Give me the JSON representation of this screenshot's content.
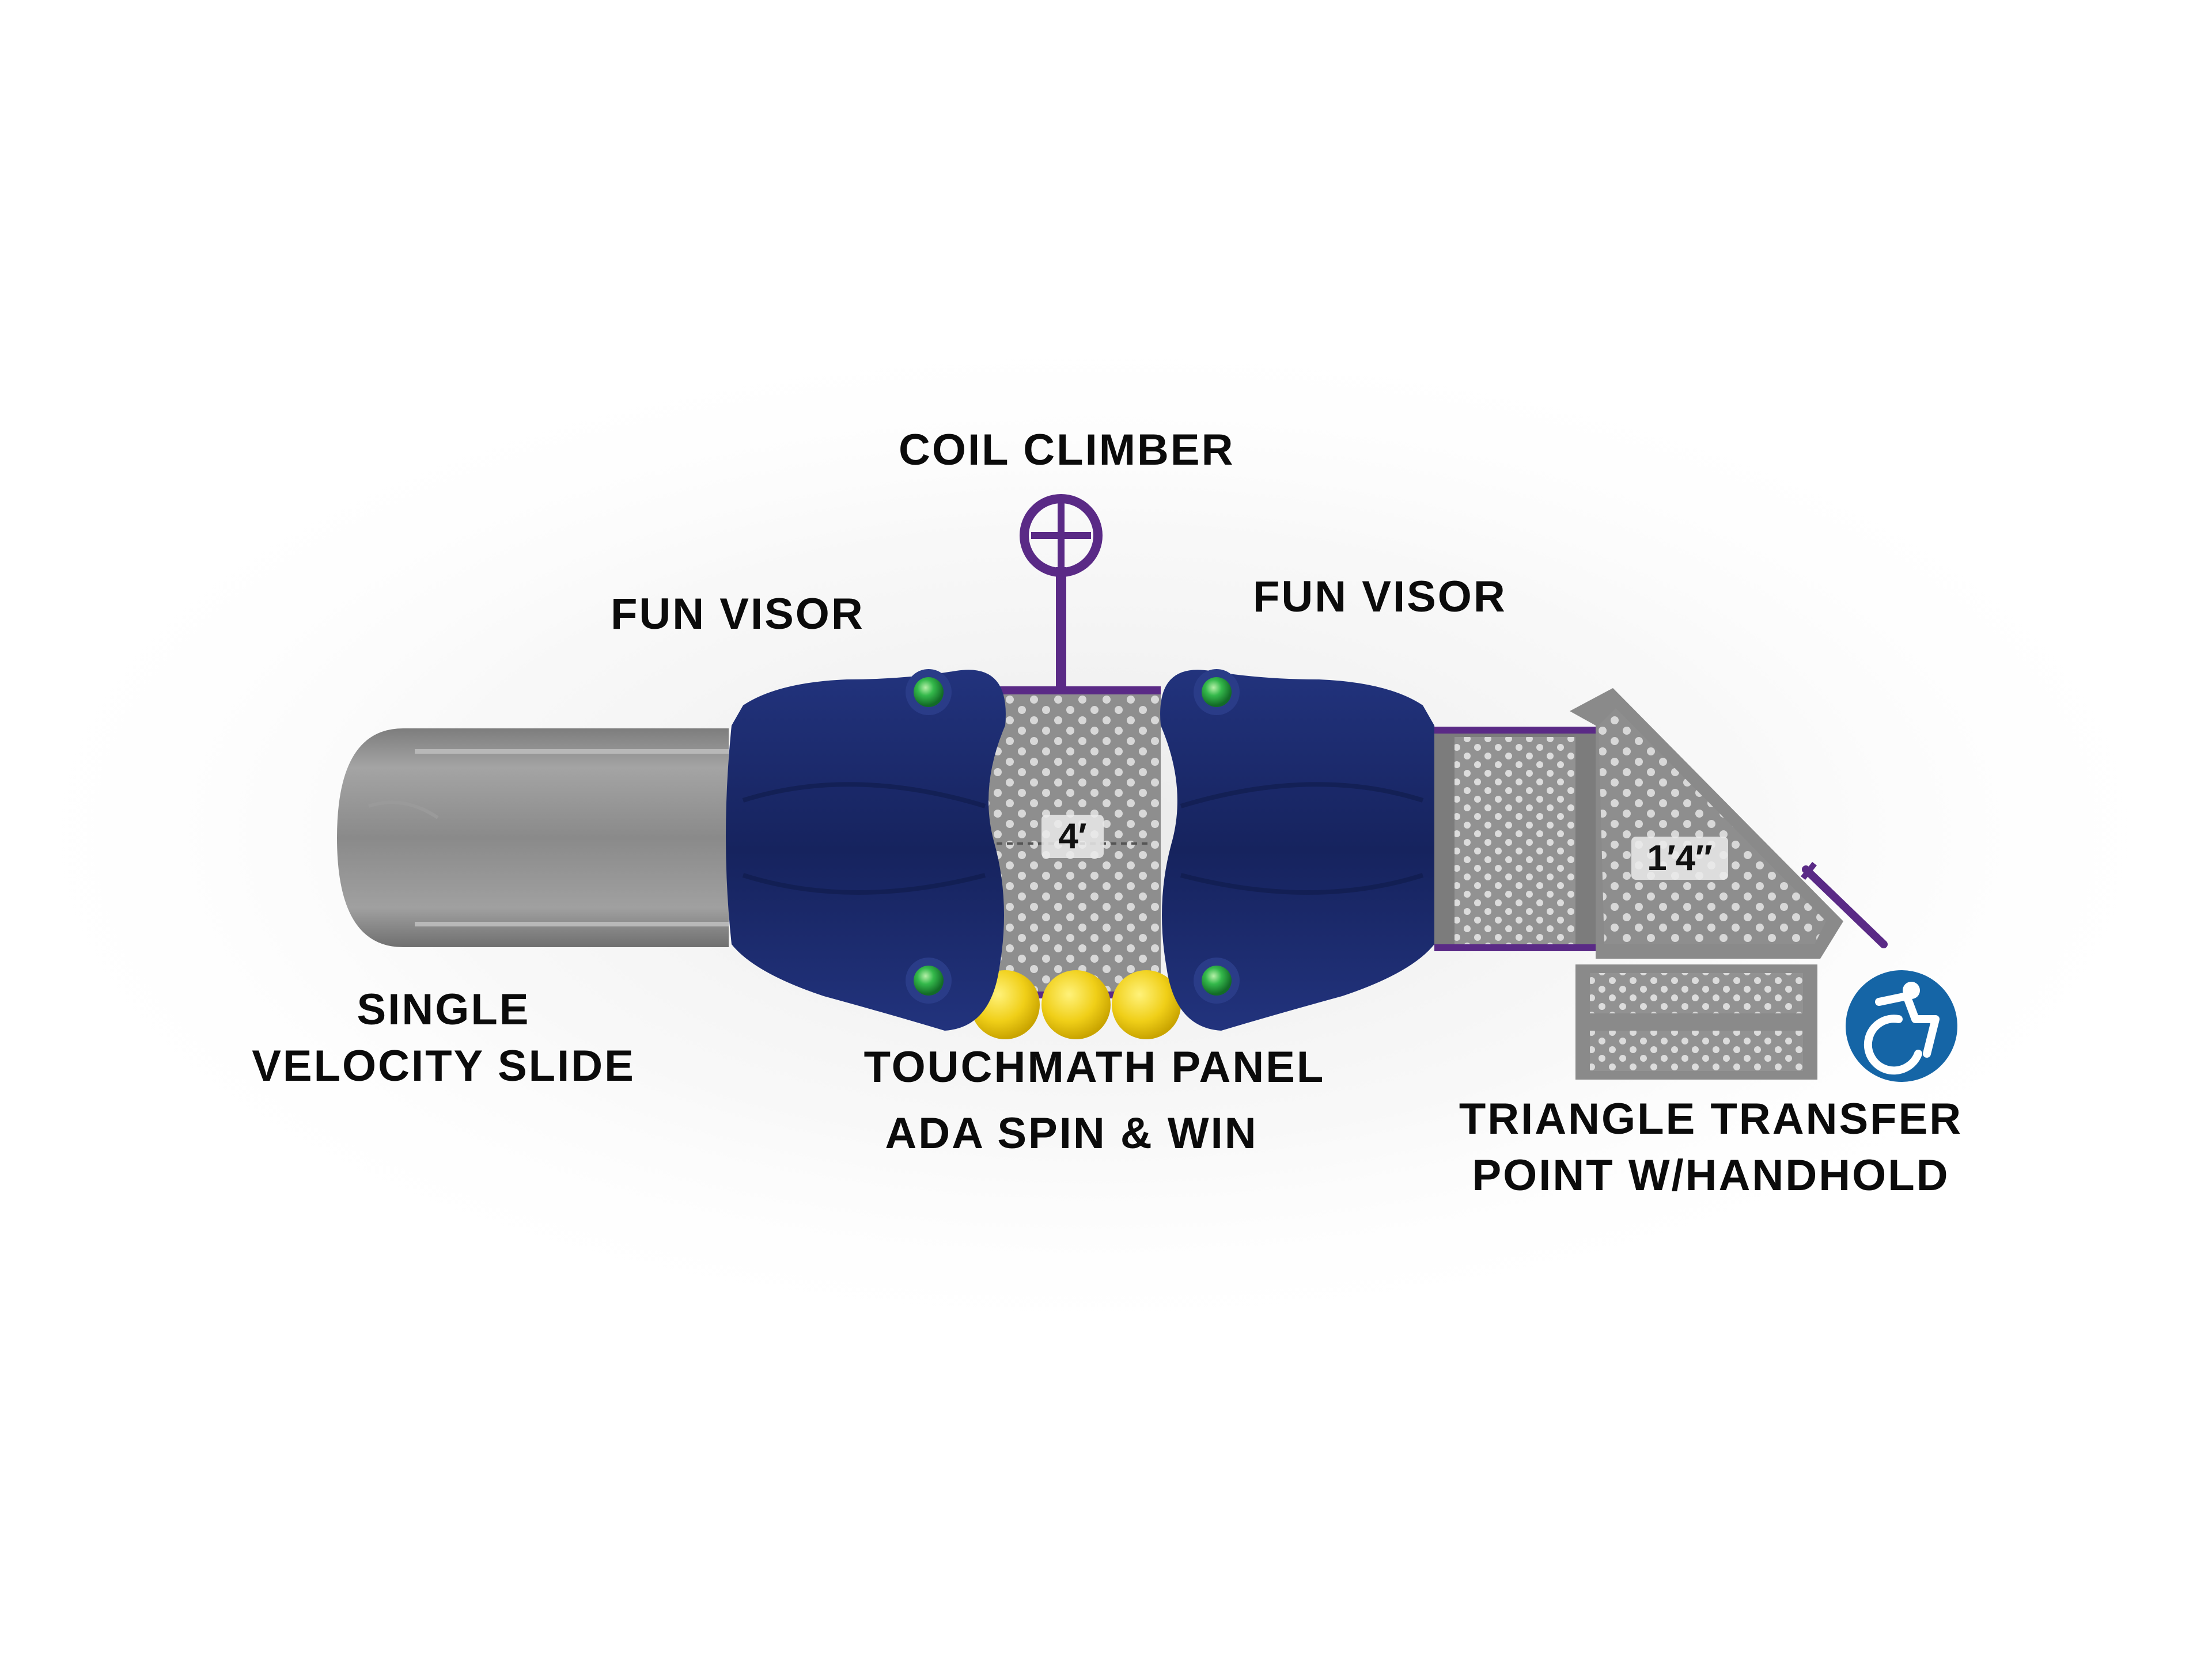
{
  "labels": {
    "coil_climber": "COIL CLIMBER",
    "fun_visor_left": "FUN VISOR",
    "fun_visor_right": "FUN VISOR",
    "single_slide_line1": "SINGLE",
    "single_slide_line2": "VELOCITY SLIDE",
    "touchmath_panel": "TOUCHMATH PANEL",
    "ada_spin_win": "ADA SPIN & WIN",
    "triangle_line1": "TRIANGLE TRANSFER",
    "triangle_line2": "POINT W/HANDHOLD"
  },
  "dimensions": {
    "deck_height": "4′",
    "transfer_height": "1′4″"
  },
  "colors": {
    "visor_blue": "#1b2a6b",
    "frame_purple": "#5a2a86",
    "deck_gray": "#9a9a9a",
    "slide_gray": "#8c8c8c",
    "panel_yellow": "#f2d21b",
    "bolt_green": "#2fb34a",
    "ada_blue": "#1565a6"
  },
  "icons": [
    "accessibility-icon"
  ]
}
